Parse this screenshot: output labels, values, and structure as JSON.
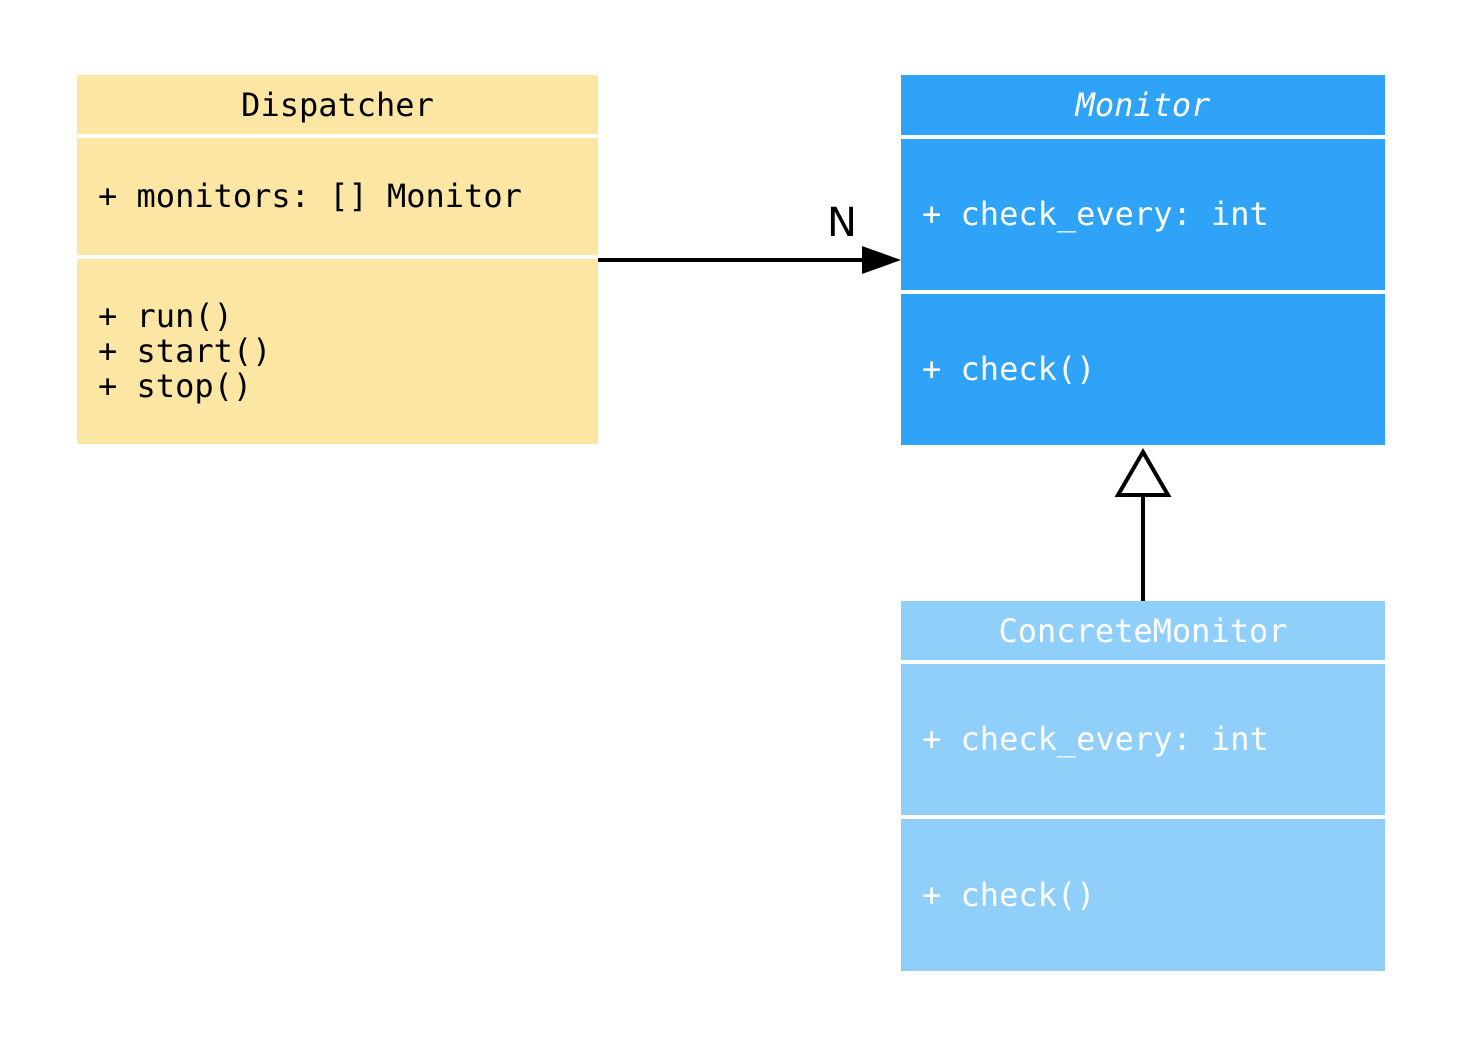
{
  "diagram": {
    "type": "uml-class-diagram",
    "background": "#FFFFFF",
    "classes": [
      {
        "name": "Dispatcher",
        "abstract": false,
        "attributes": [
          "+ monitors: [] Monitor"
        ],
        "methods": [
          "+ run()",
          "+ start()",
          "+ stop()"
        ],
        "fill": "#FBE7A3",
        "text_color": "#000000"
      },
      {
        "name": "Monitor",
        "abstract": true,
        "attributes": [
          "+ check_every: int"
        ],
        "methods": [
          "+ check()"
        ],
        "fill": "#2FA3F7",
        "text_color": "#FFFFFF"
      },
      {
        "name": "ConcreteMonitor",
        "abstract": false,
        "attributes": [
          "+ check_every: int"
        ],
        "methods": [
          "+ check()"
        ],
        "fill": "#90CFFA",
        "text_color": "#FFFFFF"
      }
    ],
    "relations": [
      {
        "type": "association",
        "from": "Dispatcher",
        "to": "Monitor",
        "label": "N",
        "arrowhead": "filled-arrow",
        "line_color": "#000000"
      },
      {
        "type": "inheritance",
        "from": "ConcreteMonitor",
        "to": "Monitor",
        "label": "",
        "arrowhead": "hollow-triangle",
        "line_color": "#000000"
      }
    ]
  }
}
